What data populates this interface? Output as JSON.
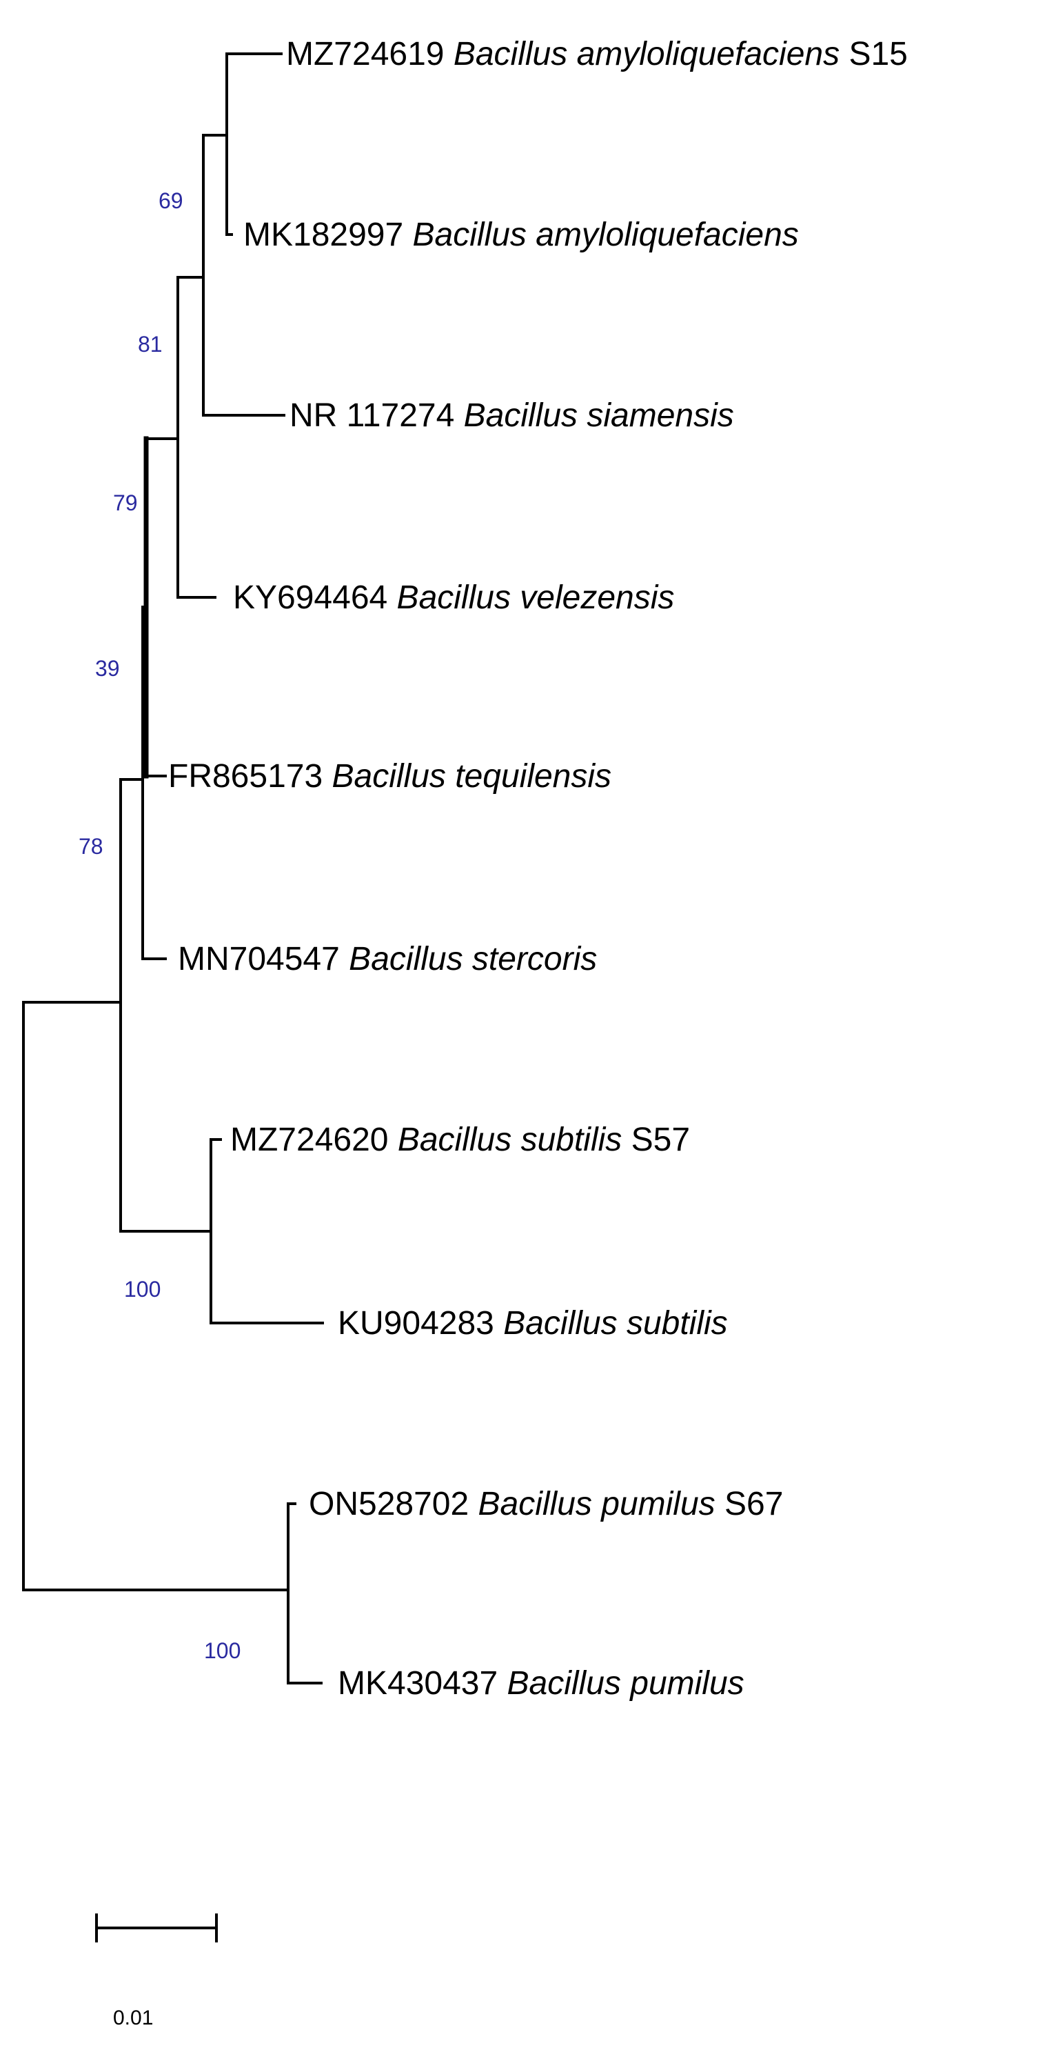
{
  "tree": {
    "leaves": [
      {
        "accession": "MZ724619",
        "species": "Bacillus amyloliquefaciens",
        "suffix": "S15"
      },
      {
        "accession": "MK182997",
        "species": "Bacillus amyloliquefaciens",
        "suffix": ""
      },
      {
        "accession": "NR 117274",
        "species": "Bacillus siamensis",
        "suffix": ""
      },
      {
        "accession": "KY694464",
        "species": "Bacillus velezensis",
        "suffix": ""
      },
      {
        "accession": "FR865173",
        "species": "Bacillus tequilensis",
        "suffix": ""
      },
      {
        "accession": "MN704547",
        "species": "Bacillus stercoris",
        "suffix": ""
      },
      {
        "accession": "MZ724620",
        "species": "Bacillus subtilis",
        "suffix": "S57"
      },
      {
        "accession": "KU904283",
        "species": "Bacillus subtilis",
        "suffix": ""
      },
      {
        "accession": "ON528702",
        "species": "Bacillus pumilus",
        "suffix": "S67"
      },
      {
        "accession": "MK430437",
        "species": "Bacillus pumilus",
        "suffix": ""
      }
    ],
    "bootstrap_values": [
      "69",
      "81",
      "79",
      "39",
      "78",
      "100",
      "100"
    ],
    "scale_bar": {
      "label": "0.01",
      "length_units": 0.01
    },
    "colors": {
      "branch": "#000000",
      "bootstrap": "#2a2aa0",
      "text": "#000000"
    }
  }
}
